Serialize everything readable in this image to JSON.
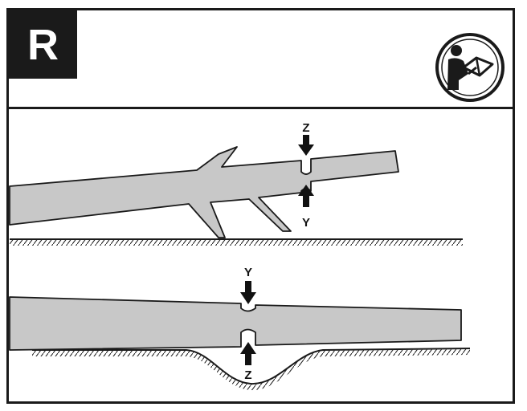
{
  "header": {
    "badge_letter": "R",
    "manual_icon": "read-manual-icon"
  },
  "scene_top": {
    "upper_label": "Z",
    "lower_label": "Y"
  },
  "scene_bottom": {
    "upper_label": "Y",
    "lower_label": "Z"
  },
  "colors": {
    "log_fill": "#c8c8c8",
    "ink": "#1a1a1a",
    "background": "#ffffff"
  }
}
